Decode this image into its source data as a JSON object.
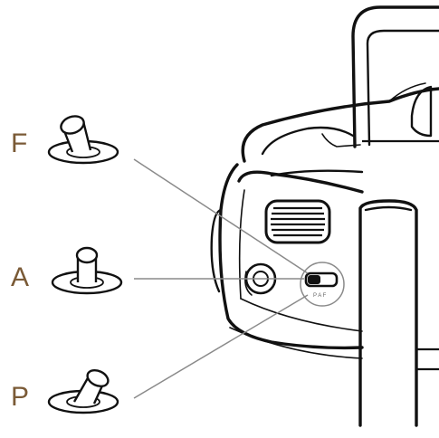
{
  "modes": [
    {
      "key": "F",
      "label": "F",
      "lever": "forward"
    },
    {
      "key": "A",
      "label": "A",
      "lever": "upright"
    },
    {
      "key": "P",
      "label": "P",
      "lever": "back"
    }
  ],
  "colors": {
    "letter": "#7a5a36",
    "ink": "#111111",
    "leader": "#8a8a8a",
    "background": "#ffffff"
  }
}
